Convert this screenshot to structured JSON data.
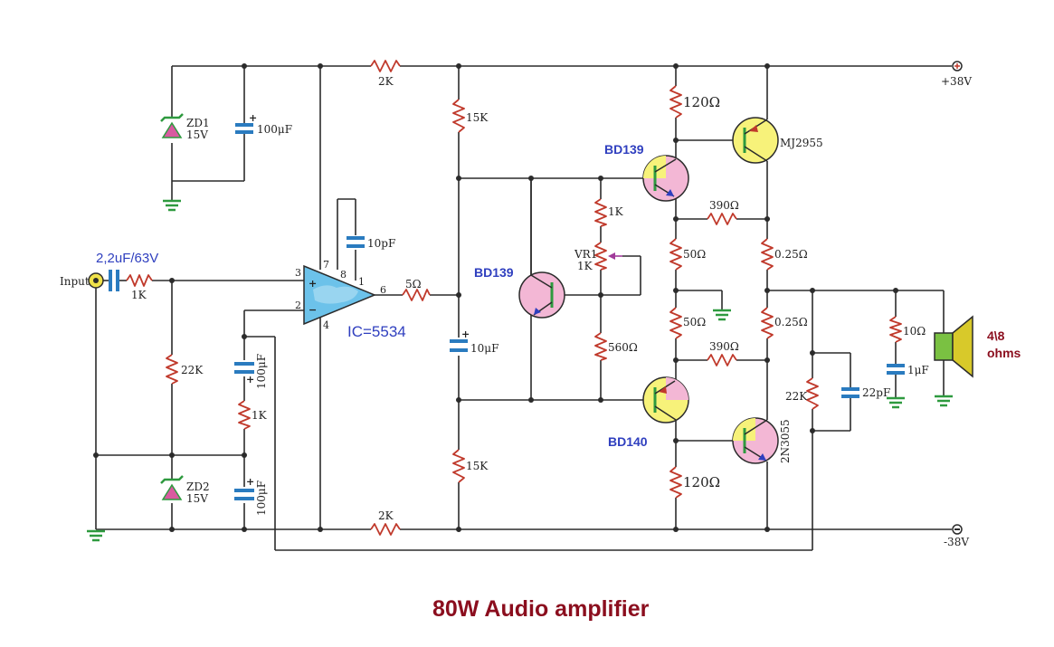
{
  "title": "80W Audio amplifier",
  "rails": {
    "positive": "+38V",
    "negative": "-38V"
  },
  "input": {
    "label": "Input",
    "coupling_cap": "2,2uF/63V",
    "series_resistor": "1K"
  },
  "opamp": {
    "label": "IC=5534",
    "pins": {
      "p3": "3",
      "p2": "2",
      "p7": "7",
      "p8": "8",
      "p1": "1",
      "p6": "6",
      "p4": "4"
    }
  },
  "zeners": {
    "zd1": {
      "name": "ZD1",
      "value": "15V"
    },
    "zd2": {
      "name": "ZD2",
      "value": "15V"
    }
  },
  "capacitors": {
    "c_top_100u": "100μF",
    "c_10p": "10pF",
    "c_fb_100u": "100μF",
    "c_bot_100u": "100μF",
    "c_10u": "10μF",
    "c_22p": "22pF",
    "c_1u": "1μF"
  },
  "resistors": {
    "r_2k_top": "2K",
    "r_2k_bot": "2K",
    "r_22k_in": "22K",
    "r_1k_fb": "1K",
    "r_5ohm": "5Ω",
    "r_15k_top": "15K",
    "r_15k_bot": "15K",
    "r_1k_bias": "1K",
    "r_560": "560Ω",
    "r_120_top": "120Ω",
    "r_120_bot": "120Ω",
    "r_390_top": "390Ω",
    "r_390_bot": "390Ω",
    "r_50_top": "50Ω",
    "r_50_bot": "50Ω",
    "r_025_top": "0.25Ω",
    "r_025_bot": "0.25Ω",
    "r_22k_fb": "22K",
    "r_10ohm": "10Ω"
  },
  "trimmer": {
    "name": "VR1",
    "value": "1K"
  },
  "transistors": {
    "q_bias": "BD139",
    "q_driver_top": "BD139",
    "q_driver_bot": "BD140",
    "q_out_top": "MJ2955",
    "q_out_bot": "2N3055"
  },
  "speaker": {
    "label_line1": "4\\8",
    "label_line2": "ohms"
  },
  "colors": {
    "resistor": "#c0392b",
    "capacitor": "#2a7bbf",
    "transistor_fill_yellow": "#f7f27a",
    "transistor_fill_pink": "#f3b7d5",
    "opamp_fill": "#6cc2ea",
    "ground": "#2e9a3f",
    "speaker": "#d8c92a",
    "label_blue": "#2f3fbf",
    "title_red": "#8b0e1e"
  }
}
